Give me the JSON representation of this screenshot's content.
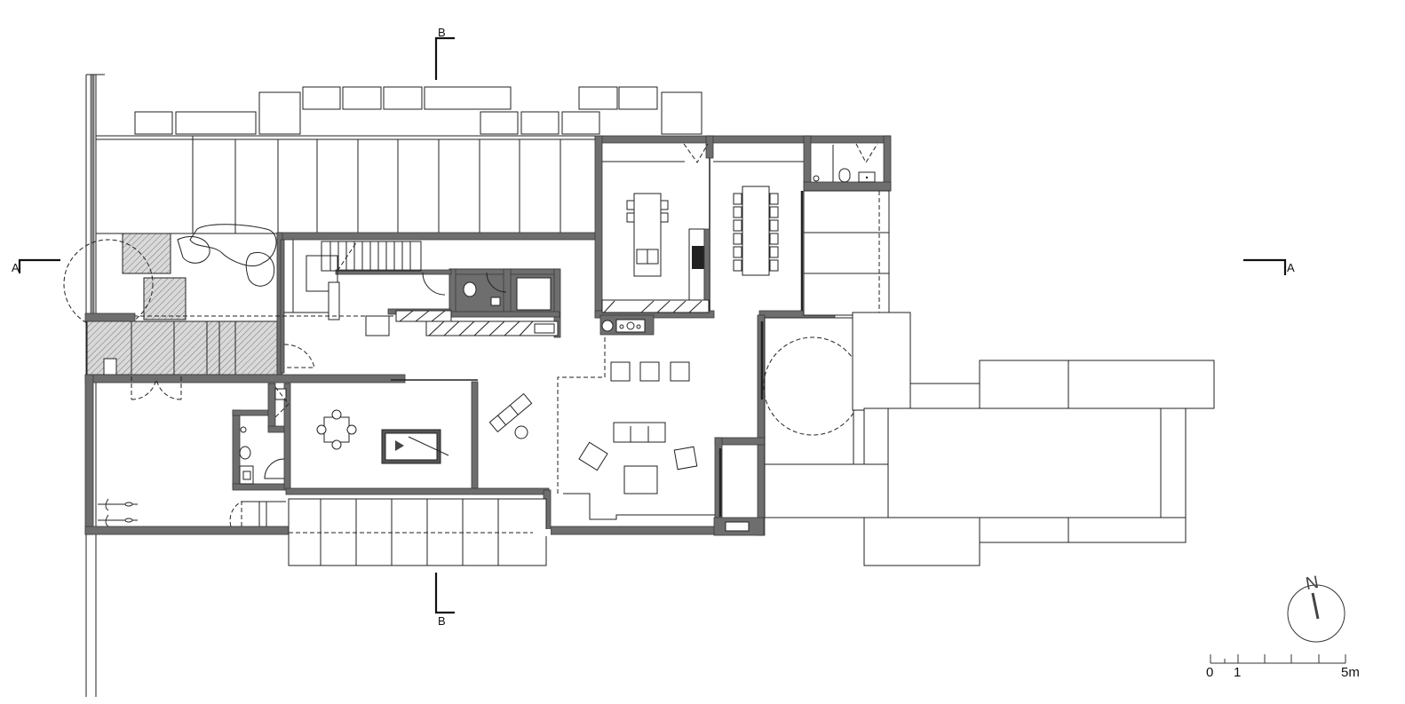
{
  "drawing": {
    "type": "architectural floor plan",
    "background": "#ffffff",
    "wall_color": "#6e6e6e",
    "line_color": "#222222"
  },
  "section_markers": {
    "a_left": "A",
    "a_right": "A",
    "b_top": "B",
    "b_bottom": "B"
  },
  "north_arrow": {
    "label": "N"
  },
  "scale_bar": {
    "labels": [
      "0",
      "1",
      "5m"
    ],
    "unit": "m",
    "max": 5
  },
  "rooms": [
    {
      "id": "kitchen",
      "furniture": [
        "island-table",
        "4 stools",
        "2-seat bench",
        "cooktop",
        "counter units"
      ]
    },
    {
      "id": "dining",
      "furniture": [
        "long table",
        "12 chairs"
      ]
    },
    {
      "id": "wc-upper-right",
      "fixtures": [
        "floor drain",
        "toilet",
        "sink"
      ]
    },
    {
      "id": "living",
      "furniture": [
        "3 ottomans",
        "3-seat sofa",
        "2 armchairs",
        "coffee table"
      ]
    },
    {
      "id": "game-room",
      "furniture": [
        "pool table",
        "round-chair table set",
        "lounge chair",
        "side stool"
      ]
    },
    {
      "id": "stair-hall",
      "fixtures": [
        "staircase",
        "wc",
        "storage units"
      ]
    },
    {
      "id": "garage",
      "fixtures": [
        "2 bicycles"
      ]
    },
    {
      "id": "courtyard-garden",
      "features": [
        "tree canopy",
        "shrubs",
        "stepping slabs"
      ]
    },
    {
      "id": "patio-east",
      "features": [
        "tree canopy",
        "shrubs",
        "paving slabs"
      ]
    }
  ]
}
